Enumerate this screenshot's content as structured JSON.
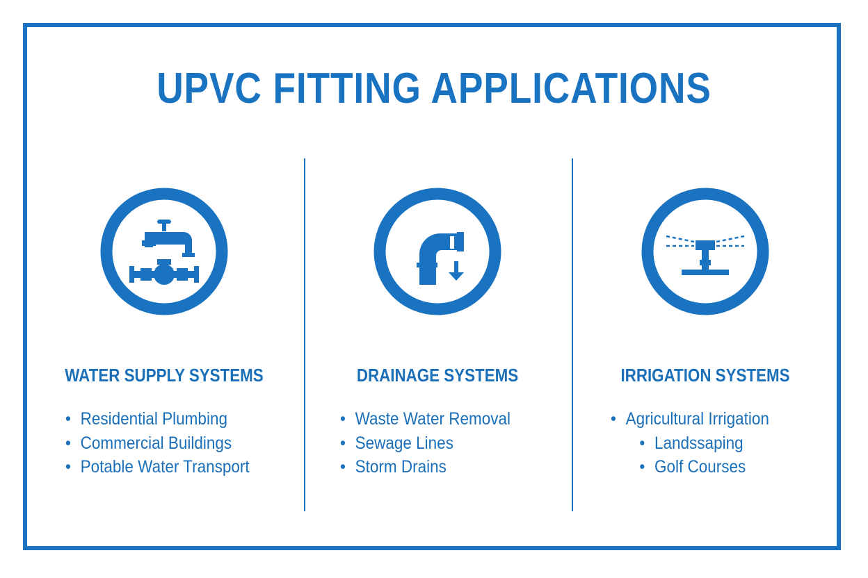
{
  "title": "UPVC FITTING APPLICATIONS",
  "colors": {
    "primary": "#1a73c0",
    "text": "#1a6fb8",
    "background": "#ffffff"
  },
  "columns": [
    {
      "icon": "faucet-valve-icon",
      "heading": "WATER SUPPLY SYSTEMS",
      "items": [
        "Residential Plumbing",
        "Commercial Buildings",
        "Potable Water Transport"
      ]
    },
    {
      "icon": "elbow-pipe-drain-icon",
      "heading": "DRAINAGE SYSTEMS",
      "items": [
        "Waste Water Removal",
        "Sewage Lines",
        "Storm Drains"
      ]
    },
    {
      "icon": "sprinkler-icon",
      "heading": "IRRIGATION SYSTEMS",
      "items": [
        "Agricultural Irrigation",
        "Landssaping",
        "Golf Courses"
      ]
    }
  ]
}
